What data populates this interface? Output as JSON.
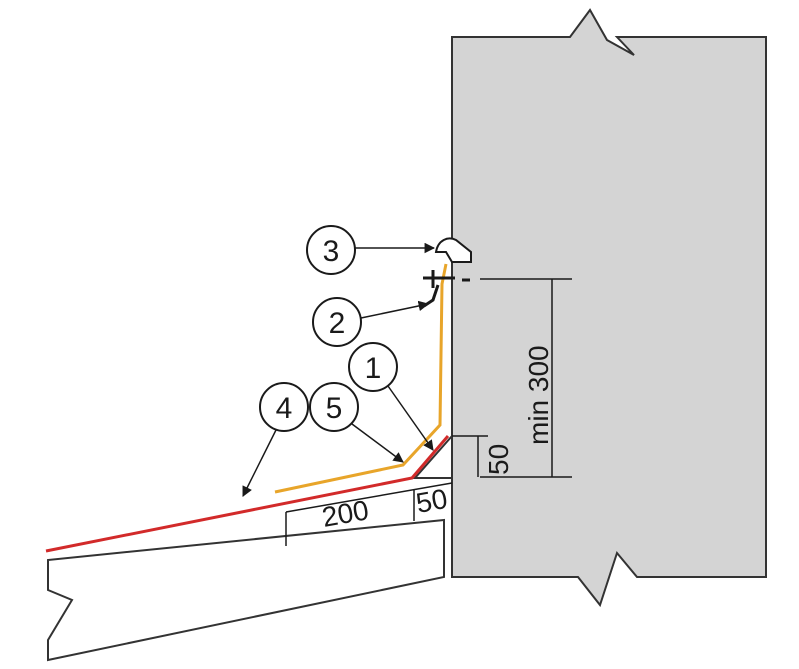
{
  "diagram": {
    "callouts": {
      "c1": "1",
      "c2": "2",
      "c3": "3",
      "c4": "4",
      "c5": "5"
    },
    "dimensions": {
      "min_height": "min 300",
      "upstand": "50",
      "overlap": "200",
      "gap": "50"
    },
    "colors": {
      "wall": "#d4d4d4",
      "outline": "#333333",
      "red_membrane": "#d22a2a",
      "orange_membrane": "#e8a52a"
    }
  }
}
